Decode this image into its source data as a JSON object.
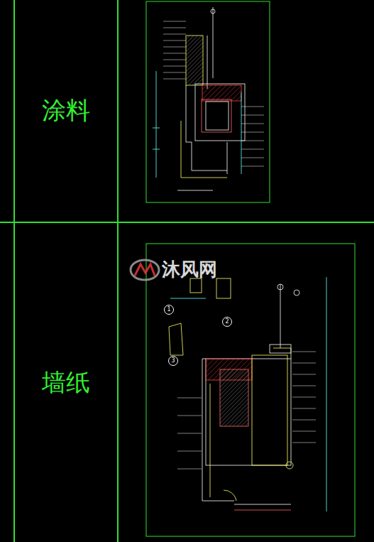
{
  "diagram": {
    "nodes": [
      {
        "text": [
          "涂料"
        ]
      },
      {
        "text": [
          "墙纸"
        ]
      },
      {
        "text": [
          "1"
        ]
      },
      {
        "text": [
          "2"
        ]
      },
      {
        "text": [
          "3"
        ]
      }
    ],
    "labels": [
      "沐风网"
    ]
  }
}
